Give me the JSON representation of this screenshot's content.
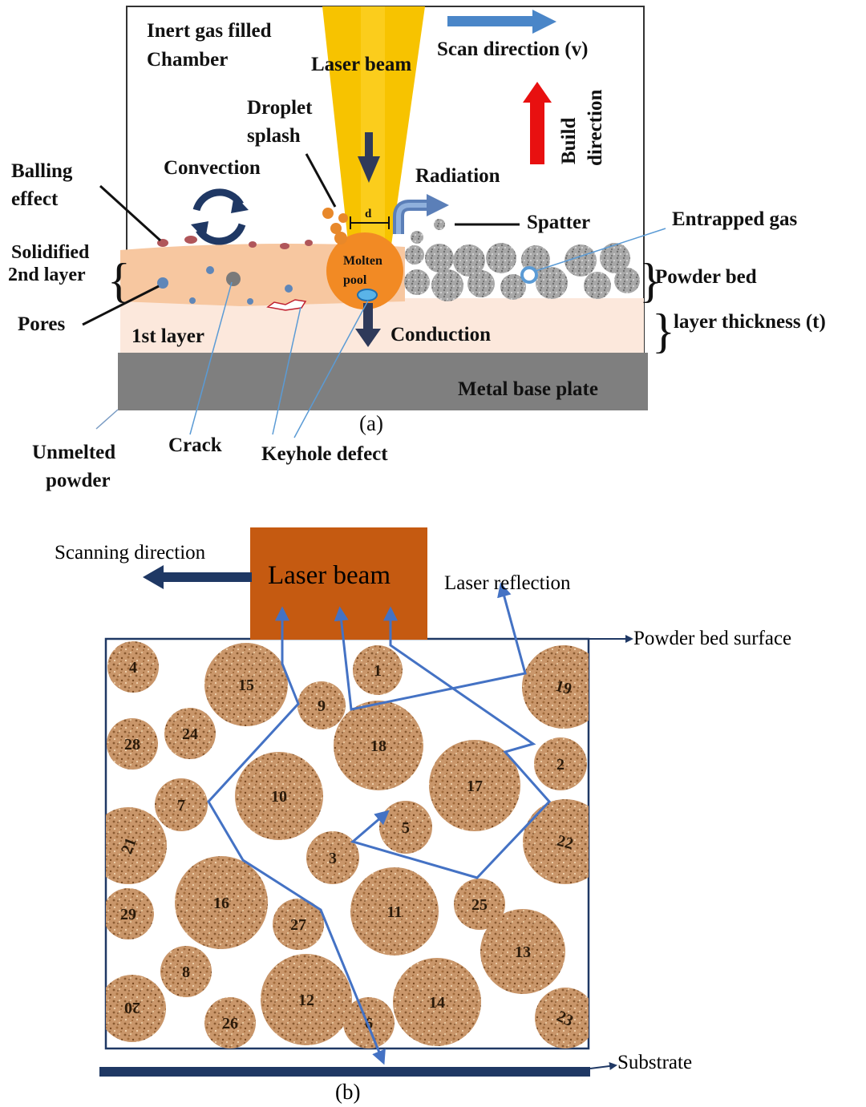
{
  "panel_a": {
    "caption": "(a)",
    "labels": {
      "chamber_1": "Inert gas filled",
      "chamber_2": "Chamber",
      "laser_beam": "Laser beam",
      "scan_direction": "Scan direction (v)",
      "build_1": "Build",
      "build_2": "direction",
      "droplet_1": "Droplet",
      "droplet_2": "splash",
      "balling_1": "Balling",
      "balling_2": "effect",
      "convection": "Convection",
      "radiation": "Radiation",
      "spatter": "Spatter",
      "entrapped_gas": "Entrapped gas",
      "solidified_1": "Solidified",
      "solidified_2": "2nd layer",
      "molten_1": "Molten",
      "molten_2": "pool",
      "d": "d",
      "powder_bed": "Powder bed",
      "pores": "Pores",
      "first_layer": "1st layer",
      "conduction": "Conduction",
      "layer_thickness": "layer thickness (t)",
      "base_plate": "Metal base plate",
      "unmelted_1": "Unmelted",
      "unmelted_2": "powder",
      "crack": "Crack",
      "keyhole": "Keyhole defect"
    },
    "colors": {
      "laser": "#f7c300",
      "scan_arrow": "#4a86c8",
      "build_arrow": "#e81010",
      "build_text": "#c0192b",
      "layer2": "#f7c7a0",
      "layer1": "#fce8dc",
      "molten": "#f28a24",
      "base": "#7f7f7f"
    }
  },
  "panel_b": {
    "caption": "(b)",
    "laser_beam": "Laser beam",
    "scanning_direction": "Scanning direction",
    "laser_reflection": "Laser reflection",
    "powder_bed_surface": "Powder bed surface",
    "substrate": "Substrate",
    "particles": [
      "1",
      "2",
      "3",
      "4",
      "5",
      "6",
      "7",
      "8",
      "9",
      "10",
      "11",
      "12",
      "13",
      "14",
      "15",
      "16",
      "17",
      "18",
      "19",
      "20",
      "21",
      "22",
      "23",
      "24",
      "25",
      "26",
      "27",
      "28",
      "29"
    ],
    "colors": {
      "laser_box": "#c55a11",
      "frame": "#1f3864",
      "ray": "#4472c4",
      "particle": "#c8956a"
    }
  }
}
